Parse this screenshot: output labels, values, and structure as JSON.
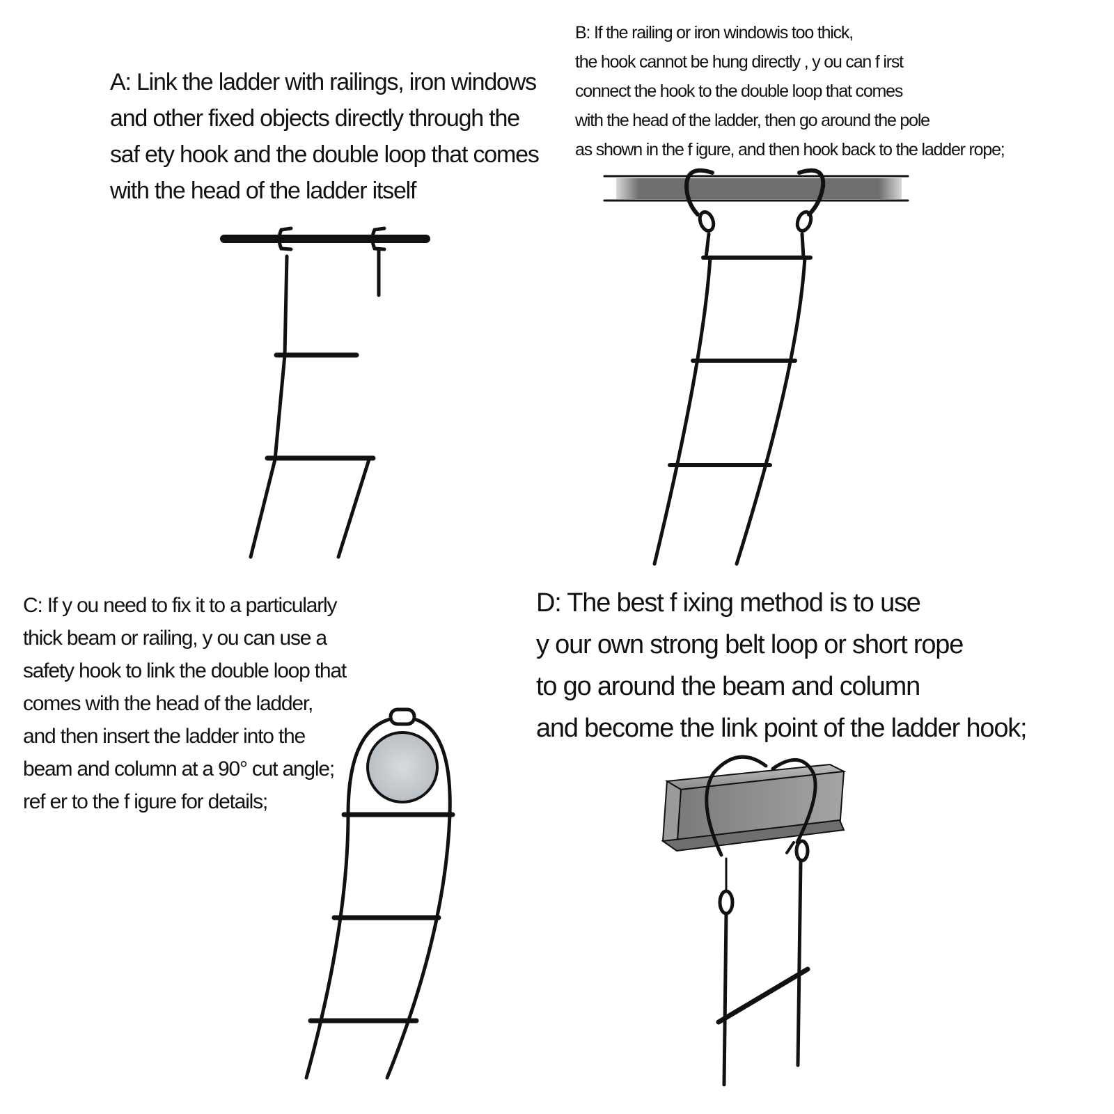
{
  "panels": {
    "a": {
      "lines": [
        "A: Link the ladder with railings, iron windows",
        "and other fixed objects directly  through the",
        "saf ety  hook and the double loop that comes",
        " with the head of  the ladder itself"
      ]
    },
    "b": {
      "lines": [
        "B: If  the railing or iron windowis too thick,",
        "the hook cannot be hung directly , y ou can f irst",
        "connect the hook to the double loop that comes",
        "with the head of  the ladder, then go around the pole",
        "as shown in the f igure, and then hook back to the ladder rope;"
      ]
    },
    "c": {
      "lines": [
        "C: If  y ou need to fix it to a particularly",
        " thick beam or railing, y ou can use a",
        "safety hook to link the double loop that",
        "comes with the head of  the ladder,",
        "and then insert the ladder into the",
        "beam and column at a 90° cut angle;",
        "ref er to the f igure for details;"
      ]
    },
    "d": {
      "lines": [
        "D: The best f ixing method is to use",
        "y our own strong belt loop or short rope",
        "to go around the beam and column",
        "and become the link point of  the ladder hook;"
      ]
    }
  },
  "colors": {
    "ink": "#111111",
    "bar_gray": "#707070",
    "beam_gray": "#8d8d8d",
    "disc_gray": "#c9ced2"
  }
}
